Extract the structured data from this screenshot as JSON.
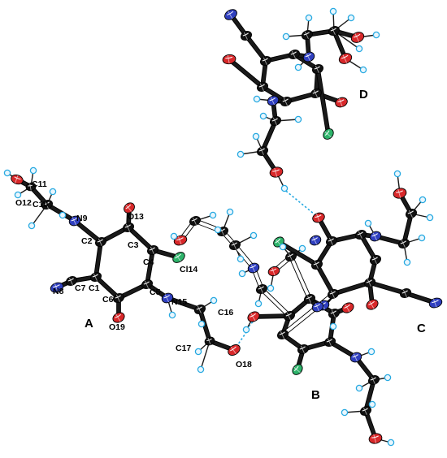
{
  "atom_labels": [
    "C11",
    "O12",
    "C10",
    "N9",
    "O13",
    "C2",
    "C3",
    "C4",
    "Cl14",
    "N8",
    "C7",
    "C1",
    "C6",
    "C5",
    "N15",
    "C16",
    "O19",
    "C17",
    "O18"
  ],
  "molecules": [
    "A",
    "B",
    "C",
    "D"
  ],
  "colors": {
    "carbon": "#111111",
    "nitrogen": "#2f3fbf",
    "oxygen": "#d8282a",
    "chlorine": "#2db36a",
    "hydrogen": "#27a9e1",
    "hbond": "#27a9e1",
    "background": "#ffffff"
  }
}
